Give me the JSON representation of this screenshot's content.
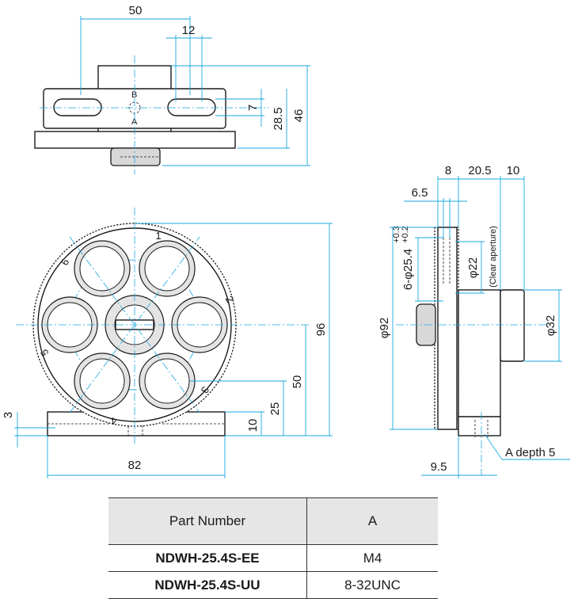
{
  "top_view": {
    "dims": {
      "overall_width": "50",
      "slot_spacing": "12",
      "slot_height": "7",
      "center_height": "28.5",
      "overall_height": "46"
    },
    "marks": {
      "b": "B",
      "a": "A"
    }
  },
  "front_view": {
    "dims": {
      "base_thickness": "3",
      "base_width": "82",
      "base_height": "10",
      "height_25": "25",
      "height_50": "50",
      "overall_height": "96"
    },
    "position_numbers": [
      "1",
      "2",
      "3",
      "4",
      "5",
      "6"
    ]
  },
  "side_view": {
    "dims": {
      "d8": "8",
      "d20_5": "20.5",
      "d10": "10",
      "d6_5": "6.5",
      "bore": "6-φ25.4",
      "bore_tol_upper": "+0.3",
      "bore_tol_lower": "+0.2",
      "clear": "φ22",
      "clear_note": "(Clear aperture)",
      "dia92": "φ92",
      "dia32": "φ32",
      "d9_5": "9.5",
      "tap": "A depth 5"
    }
  },
  "table": {
    "headers": [
      "Part Number",
      "A"
    ],
    "rows": [
      {
        "part_number": "NDWH-25.4S-EE",
        "a": "M4"
      },
      {
        "part_number": "NDWH-25.4S-UU",
        "a": "8-32UNC"
      }
    ]
  }
}
